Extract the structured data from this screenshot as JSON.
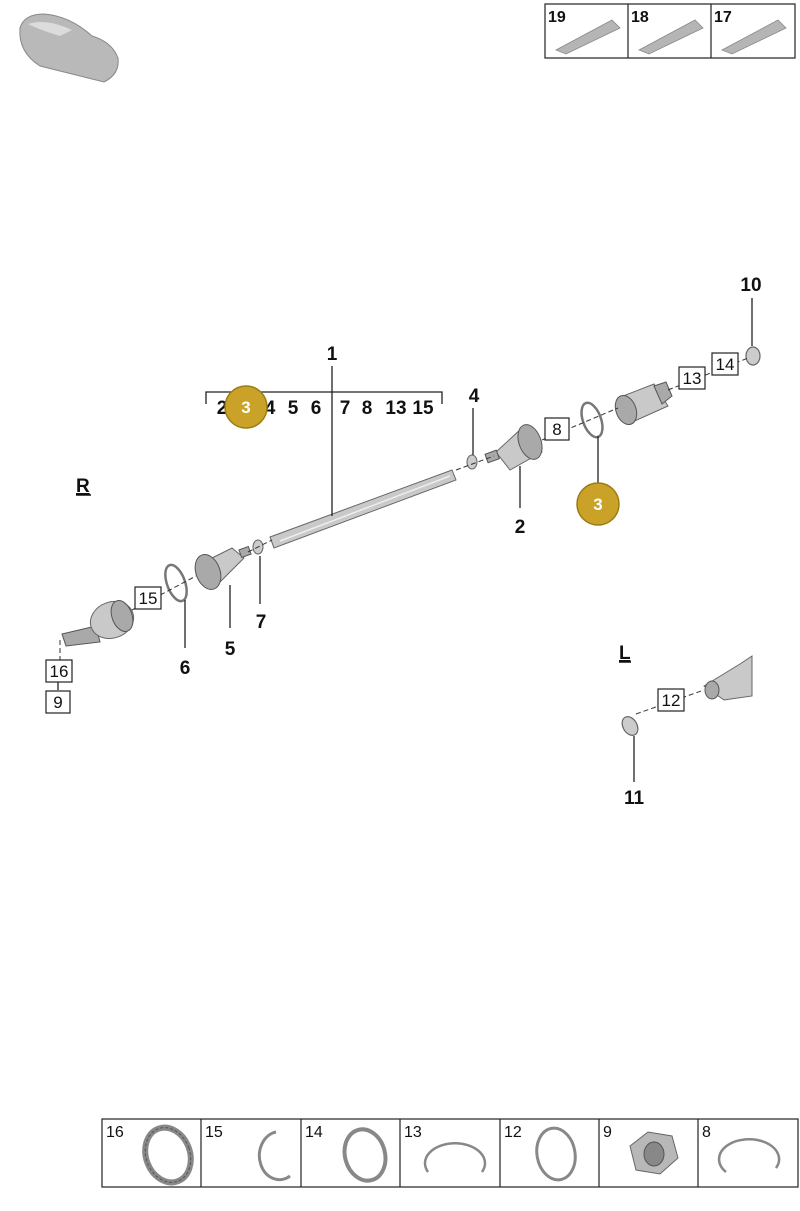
{
  "callouts": {
    "c1": "1",
    "c2": "2",
    "c4": "4",
    "c5": "5",
    "c6": "6",
    "c7": "7",
    "c10": "10",
    "c11": "11"
  },
  "kit_list": [
    "2",
    "4",
    "5",
    "6",
    "7",
    "8",
    "13",
    "15"
  ],
  "badge": {
    "label": "3",
    "color": "#c9a227"
  },
  "boxed": {
    "b8": "8",
    "b9": "9",
    "b12": "12",
    "b13": "13",
    "b14": "14",
    "b15": "15",
    "b16": "16"
  },
  "sides": {
    "right": "R",
    "left": "L"
  },
  "top_table": [
    "19",
    "18",
    "17"
  ],
  "bottom_table": [
    "16",
    "15",
    "14",
    "13",
    "12",
    "9",
    "8"
  ]
}
